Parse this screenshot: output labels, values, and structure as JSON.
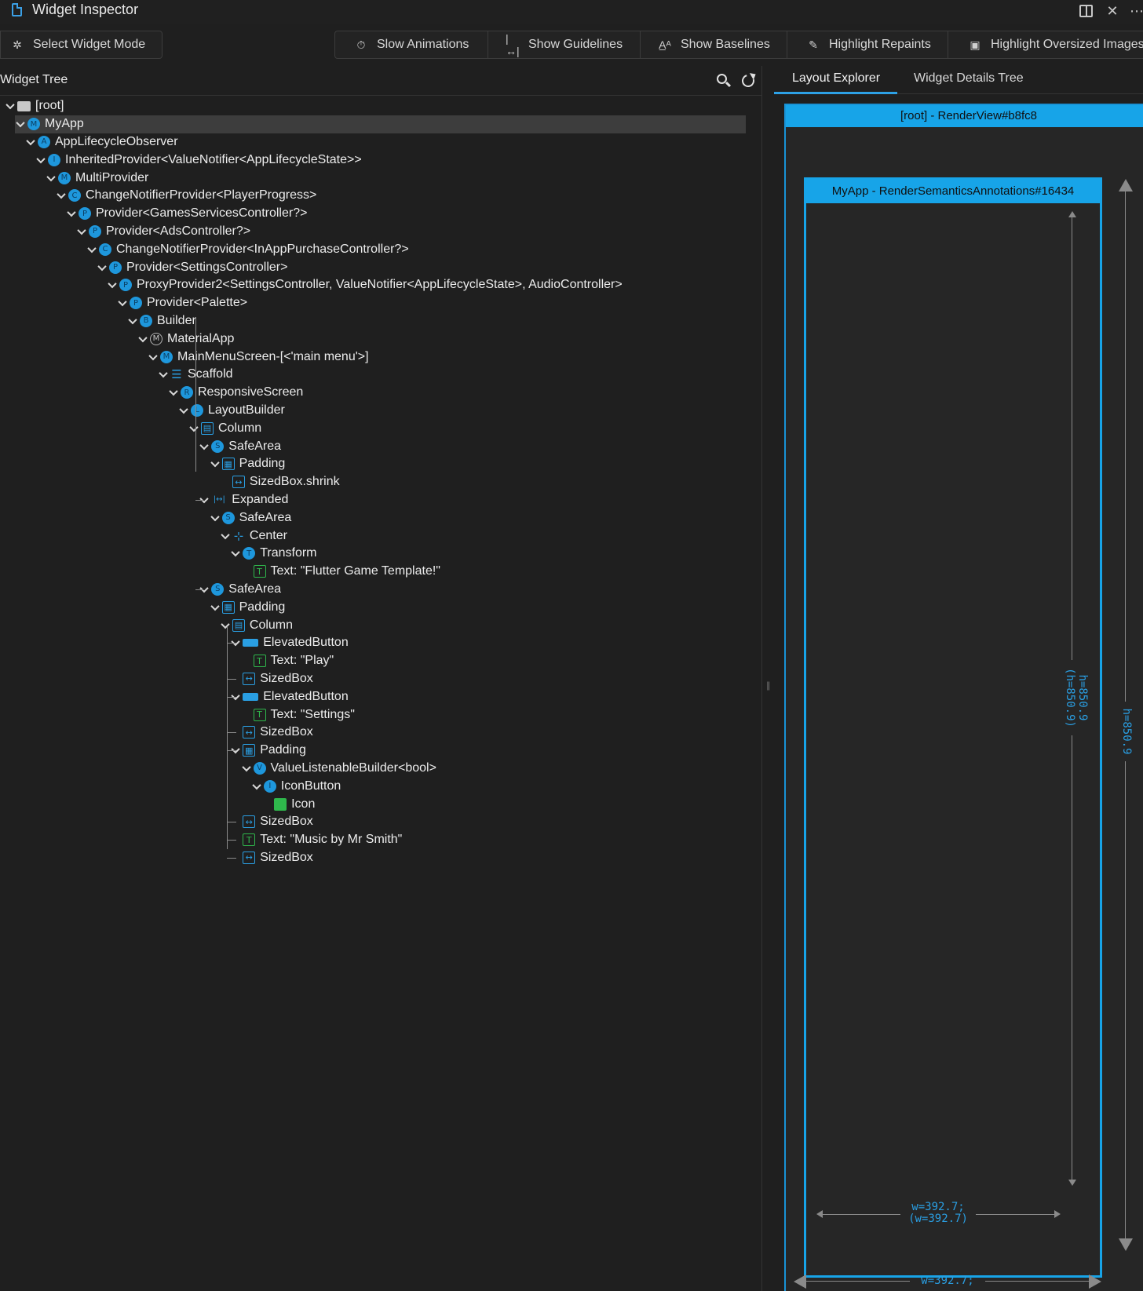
{
  "window": {
    "title": "Widget Inspector",
    "icons": [
      "document-icon",
      "split-editor-icon",
      "close-icon",
      "more-icon"
    ]
  },
  "toolbar": {
    "select_widget_mode": "Select Widget Mode",
    "slow_animations": "Slow Animations",
    "show_guidelines": "Show Guidelines",
    "show_baselines": "Show Baselines",
    "highlight_repaints": "Highlight Repaints",
    "highlight_oversized_images": "Highlight Oversized Images"
  },
  "widget_tree": {
    "title": "Widget Tree",
    "selected": "MyApp",
    "nodes": [
      {
        "label": "[root]",
        "icon": "folder",
        "depth": 0,
        "expandable": true
      },
      {
        "label": "MyApp",
        "icon": "M",
        "depth": 1,
        "expandable": true
      },
      {
        "label": "AppLifecycleObserver",
        "icon": "A",
        "depth": 2,
        "expandable": true
      },
      {
        "label": "InheritedProvider<ValueNotifier<AppLifecycleState>>",
        "icon": "I",
        "depth": 3,
        "expandable": true
      },
      {
        "label": "MultiProvider",
        "icon": "M",
        "depth": 4,
        "expandable": true
      },
      {
        "label": "ChangeNotifierProvider<PlayerProgress>",
        "icon": "C",
        "depth": 5,
        "expandable": true
      },
      {
        "label": "Provider<GamesServicesController?>",
        "icon": "P",
        "depth": 6,
        "expandable": true
      },
      {
        "label": "Provider<AdsController?>",
        "icon": "P",
        "depth": 7,
        "expandable": true
      },
      {
        "label": "ChangeNotifierProvider<InAppPurchaseController?>",
        "icon": "C",
        "depth": 8,
        "expandable": true
      },
      {
        "label": "Provider<SettingsController>",
        "icon": "P",
        "depth": 9,
        "expandable": true
      },
      {
        "label": "ProxyProvider2<SettingsController, ValueNotifier<AppLifecycleState>, AudioController>",
        "icon": "P",
        "depth": 10,
        "expandable": true
      },
      {
        "label": "Provider<Palette>",
        "icon": "P",
        "depth": 11,
        "expandable": true
      },
      {
        "label": "Builder",
        "icon": "B",
        "depth": 12,
        "expandable": true
      },
      {
        "label": "MaterialApp",
        "icon": "material",
        "depth": 13,
        "expandable": true
      },
      {
        "label": "MainMenuScreen-[<'main menu'>]",
        "icon": "M",
        "depth": 14,
        "expandable": true
      },
      {
        "label": "Scaffold",
        "icon": "scaffold",
        "depth": 15,
        "expandable": true
      },
      {
        "label": "ResponsiveScreen",
        "icon": "R",
        "depth": 16,
        "expandable": true
      },
      {
        "label": "LayoutBuilder",
        "icon": "L",
        "depth": 17,
        "expandable": true
      },
      {
        "label": "Column",
        "icon": "column",
        "depth": 18,
        "expandable": true
      },
      {
        "label": "SafeArea",
        "icon": "S",
        "depth": 19,
        "expandable": true
      },
      {
        "label": "Padding",
        "icon": "padding",
        "depth": 20,
        "expandable": true
      },
      {
        "label": "SizedBox.shrink",
        "icon": "sizedbox",
        "depth": 21,
        "expandable": false
      },
      {
        "label": "Expanded",
        "icon": "expanded",
        "depth": 19,
        "expandable": true
      },
      {
        "label": "SafeArea",
        "icon": "S",
        "depth": 20,
        "expandable": true
      },
      {
        "label": "Center",
        "icon": "center",
        "depth": 21,
        "expandable": true
      },
      {
        "label": "Transform",
        "icon": "T",
        "depth": 22,
        "expandable": true
      },
      {
        "label": "Text: \"Flutter Game Template!\"",
        "icon": "text",
        "depth": 23,
        "expandable": false
      },
      {
        "label": "SafeArea",
        "icon": "S",
        "depth": 19,
        "expandable": true
      },
      {
        "label": "Padding",
        "icon": "padding",
        "depth": 20,
        "expandable": true
      },
      {
        "label": "Column",
        "icon": "column",
        "depth": 21,
        "expandable": true
      },
      {
        "label": "ElevatedButton",
        "icon": "button",
        "depth": 22,
        "expandable": true
      },
      {
        "label": "Text: \"Play\"",
        "icon": "text",
        "depth": 23,
        "expandable": false
      },
      {
        "label": "SizedBox",
        "icon": "sizedbox",
        "depth": 22,
        "expandable": false
      },
      {
        "label": "ElevatedButton",
        "icon": "button",
        "depth": 22,
        "expandable": true
      },
      {
        "label": "Text: \"Settings\"",
        "icon": "text",
        "depth": 23,
        "expandable": false
      },
      {
        "label": "SizedBox",
        "icon": "sizedbox",
        "depth": 22,
        "expandable": false
      },
      {
        "label": "Padding",
        "icon": "padding",
        "depth": 22,
        "expandable": true
      },
      {
        "label": "ValueListenableBuilder<bool>",
        "icon": "V",
        "depth": 23,
        "expandable": true
      },
      {
        "label": "IconButton",
        "icon": "I",
        "depth": 24,
        "expandable": true
      },
      {
        "label": "Icon",
        "icon": "image",
        "depth": 25,
        "expandable": false
      },
      {
        "label": "SizedBox",
        "icon": "sizedbox",
        "depth": 22,
        "expandable": false
      },
      {
        "label": "Text: \"Music by Mr Smith\"",
        "icon": "text",
        "depth": 22,
        "expandable": false
      },
      {
        "label": "SizedBox",
        "icon": "sizedbox",
        "depth": 22,
        "expandable": false
      }
    ]
  },
  "right_panel": {
    "tabs": [
      {
        "label": "Layout Explorer",
        "active": true
      },
      {
        "label": "Widget Details Tree",
        "active": false
      }
    ],
    "root_box_label": "[root] - RenderView#b8fc8",
    "app_box_label": "MyApp - RenderSemanticsAnnotations#16434",
    "inner_height_label": "h=850.9",
    "inner_height_constraint": "(h=850.9)",
    "inner_width_label": "w=392.7;",
    "inner_width_constraint": "(w=392.7)",
    "outer_height_label": "h=850.9",
    "outer_width_label": "w=392.7;"
  },
  "colors": {
    "accent": "#17a4e8",
    "badge_blue": "#1e97dc",
    "icon_green": "#2fb84c",
    "background": "#1f1f1f",
    "selected_row": "#3d3d3d"
  }
}
